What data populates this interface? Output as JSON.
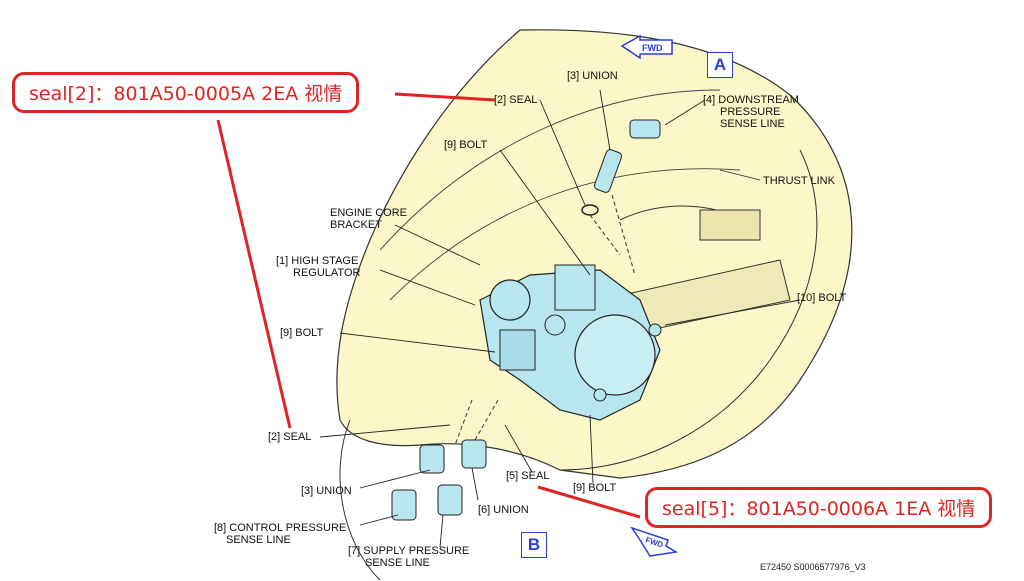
{
  "callouts": {
    "seal2": "seal[2]：801A50-0005A  2EA 视情",
    "seal5": "seal[5]：801A50-0006A  1EA 视情"
  },
  "views": {
    "a": "A",
    "b": "B"
  },
  "arrows": {
    "fwd_top": "FWD",
    "fwd_bottom": "FWD"
  },
  "labels": {
    "seal2_top": "[2] SEAL",
    "union3_top": "[3] UNION",
    "downstream_l1": "[4] DOWNSTREAM",
    "downstream_l2": "PRESSURE",
    "downstream_l3": "SENSE LINE",
    "bolt9_top": "[9] BOLT",
    "thrust_link": "THRUST LINK",
    "bracket_l1": "ENGINE CORE",
    "bracket_l2": "BRACKET",
    "regulator_l1": "[1] HIGH STAGE",
    "regulator_l2": "REGULATOR",
    "bolt10": "[10] BOLT",
    "bolt9_left": "[9] BOLT",
    "seal2_bottom": "[2] SEAL",
    "seal5": "[5] SEAL",
    "bolt9_bottom": "[9] BOLT",
    "union3_bottom": "[3] UNION",
    "union6": "[6] UNION",
    "control_l1": "[8] CONTROL PRESSURE",
    "control_l2": "SENSE LINE",
    "supply_l1": "[7] SUPPLY PRESSURE",
    "supply_l2": "SENSE LINE"
  },
  "figure_id": "E72450 S0006577976_V3",
  "colors": {
    "callout": "#e02424",
    "view_box": "#2b3fd6",
    "engine": "#fbf7c8",
    "component": "#b7e6ee"
  }
}
